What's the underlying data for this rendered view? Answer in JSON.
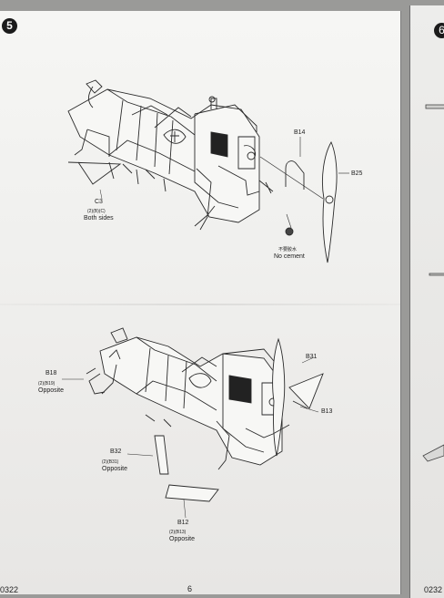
{
  "page": {
    "step_number": "5",
    "next_step_number": "6",
    "page_number": "6",
    "doc_code_left": "0322",
    "doc_code_right": "0232"
  },
  "top_assembly": {
    "parts": {
      "c3": {
        "code": "C3",
        "note": "(2)(B)(C)",
        "text": "Both sides"
      },
      "b14": {
        "code": "B14"
      },
      "b25": {
        "code": "B25"
      },
      "no_cement": {
        "note": "不要胶水",
        "text": "No cement"
      }
    }
  },
  "bottom_assembly": {
    "parts": {
      "b18": {
        "code": "B18",
        "note": "(2)(B19)",
        "text": "Opposite"
      },
      "b31": {
        "code": "B31"
      },
      "b13": {
        "code": "B13"
      },
      "b32": {
        "code": "B32",
        "note": "(2)(B31)",
        "text": "Opposite"
      },
      "b12": {
        "code": "B12",
        "note": "(2)(B13)",
        "text": "Opposite"
      }
    }
  }
}
